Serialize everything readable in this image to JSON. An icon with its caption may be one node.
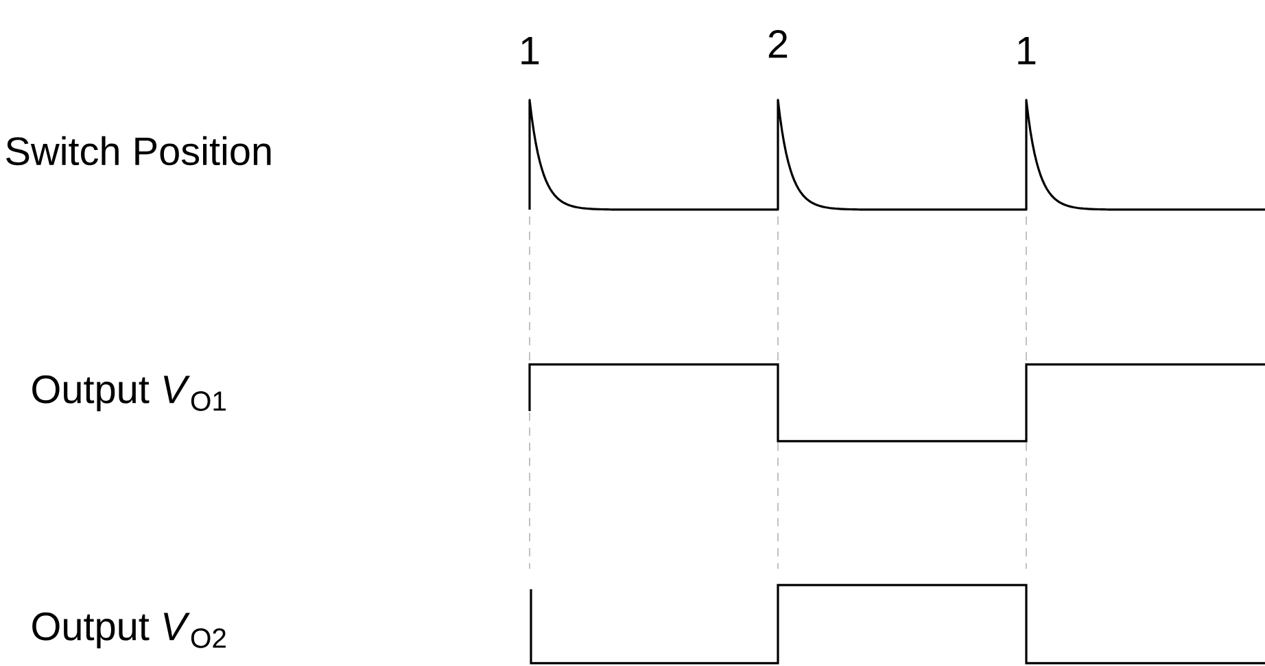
{
  "diagram": {
    "labels": [
      "1",
      "2",
      "1",
      "Switch Position",
      "Output *V*$_{O1}$",
      "Output *V*$_{O2}$"
    ]
  }
}
